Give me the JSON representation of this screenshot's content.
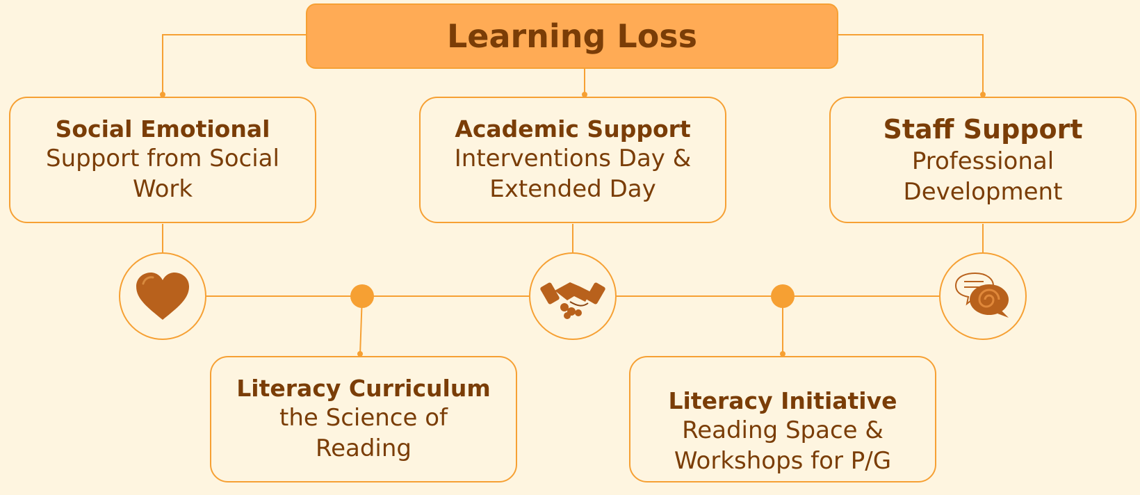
{
  "title": "Learning Loss",
  "colors": {
    "background": "#fef5e0",
    "accent": "#f6a033",
    "title_fill": "#ffab55",
    "text": "#7a3d07",
    "icon": "#b8611c"
  },
  "nodes": {
    "social": {
      "title": "Social Emotional",
      "body": "Support from Social Work"
    },
    "academic": {
      "title": "Academic Support",
      "body": "Interventions Day & Extended Day"
    },
    "staff": {
      "title": "Staff Support",
      "body": "Professional Development"
    },
    "curriculum": {
      "title": "Literacy Curriculum",
      "body": "the Science of Reading"
    },
    "initiative": {
      "title": "Literacy Initiative",
      "body": "Reading Space & Workshops for P/G"
    }
  },
  "icons": {
    "social": "heart-icon",
    "academic": "handshake-icon",
    "staff": "speech-bubbles-icon"
  }
}
